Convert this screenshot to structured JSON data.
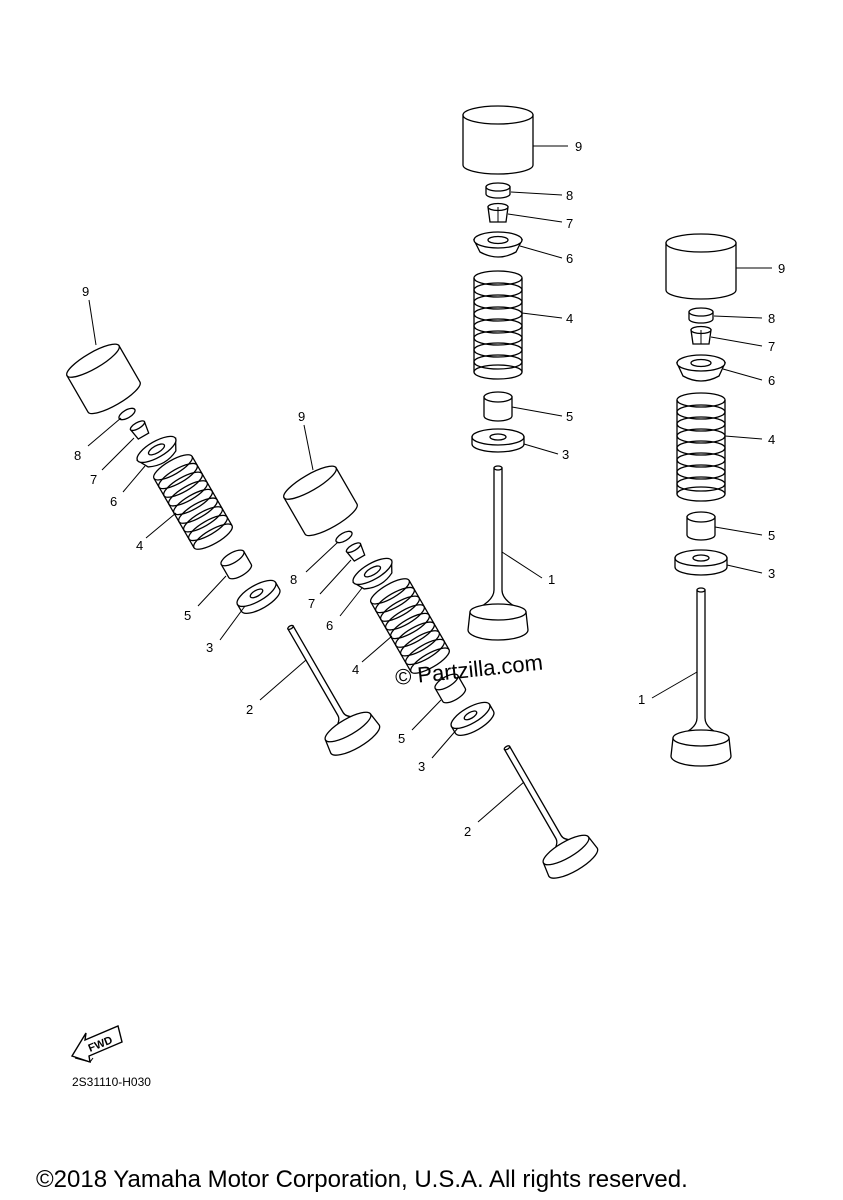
{
  "diagram": {
    "callouts": {
      "left_group": [
        "9",
        "8",
        "7",
        "6",
        "4",
        "5",
        "3",
        "2"
      ],
      "middle_group": [
        "9",
        "8",
        "7",
        "6",
        "4",
        "5",
        "3",
        "2"
      ],
      "top_center_group": [
        "9",
        "8",
        "7",
        "6",
        "4",
        "5",
        "3",
        "1"
      ],
      "right_group": [
        "9",
        "8",
        "7",
        "6",
        "4",
        "5",
        "3",
        "1"
      ]
    },
    "watermark": "© Partzilla.com",
    "fwd_label": "FWD",
    "figure_code": "2S31110-H030",
    "copyright": "©2018 Yamaha Motor Corporation, U.S.A. All rights reserved."
  }
}
